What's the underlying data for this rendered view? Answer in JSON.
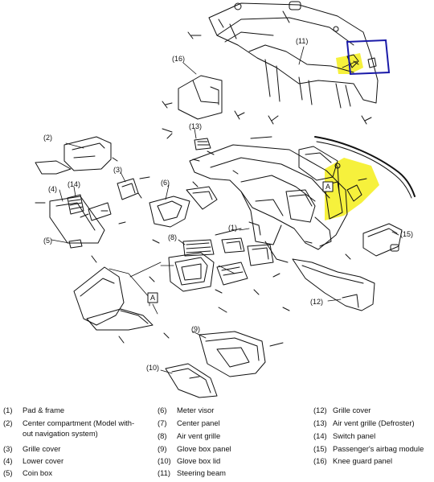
{
  "figure": {
    "callouts": {
      "c1": "(1)",
      "c2": "(2)",
      "c3": "(3)",
      "c4": "(4)",
      "c5": "(5)",
      "c6": "(6)",
      "c8": "(8)",
      "c9": "(9)",
      "c10": "(10)",
      "c11": "(11)",
      "c12": "(12)",
      "c13": "(13)",
      "c14": "(14)",
      "c15": "(15)",
      "c16": "(16)",
      "a1": "A",
      "a2": "A"
    },
    "highlight_blue": "#1a1aa8",
    "highlight_yellow": "#f5ef1a"
  },
  "legend": [
    {
      "num": "(1)",
      "text": "Pad & frame"
    },
    {
      "num": "(2)",
      "text": "Center compartment (Model with-"
    },
    {
      "num": "",
      "text": "out navigation system)"
    },
    {
      "num": "(3)",
      "text": "Grille cover"
    },
    {
      "num": "(4)",
      "text": "Lower cover"
    },
    {
      "num": "(5)",
      "text": "Coin box"
    },
    {
      "num": "(6)",
      "text": "Meter visor"
    },
    {
      "num": "(7)",
      "text": "Center panel"
    },
    {
      "num": "(8)",
      "text": "Air vent grille"
    },
    {
      "num": "(9)",
      "text": "Glove box panel"
    },
    {
      "num": "(10)",
      "text": "Glove box lid"
    },
    {
      "num": "(11)",
      "text": "Steering beam"
    },
    {
      "num": "(12)",
      "text": "Grille cover"
    },
    {
      "num": "(13)",
      "text": "Air vent grille (Defroster)"
    },
    {
      "num": "(14)",
      "text": "Switch panel"
    },
    {
      "num": "(15)",
      "text": "Passenger's airbag module"
    },
    {
      "num": "(16)",
      "text": "Knee guard panel"
    }
  ]
}
